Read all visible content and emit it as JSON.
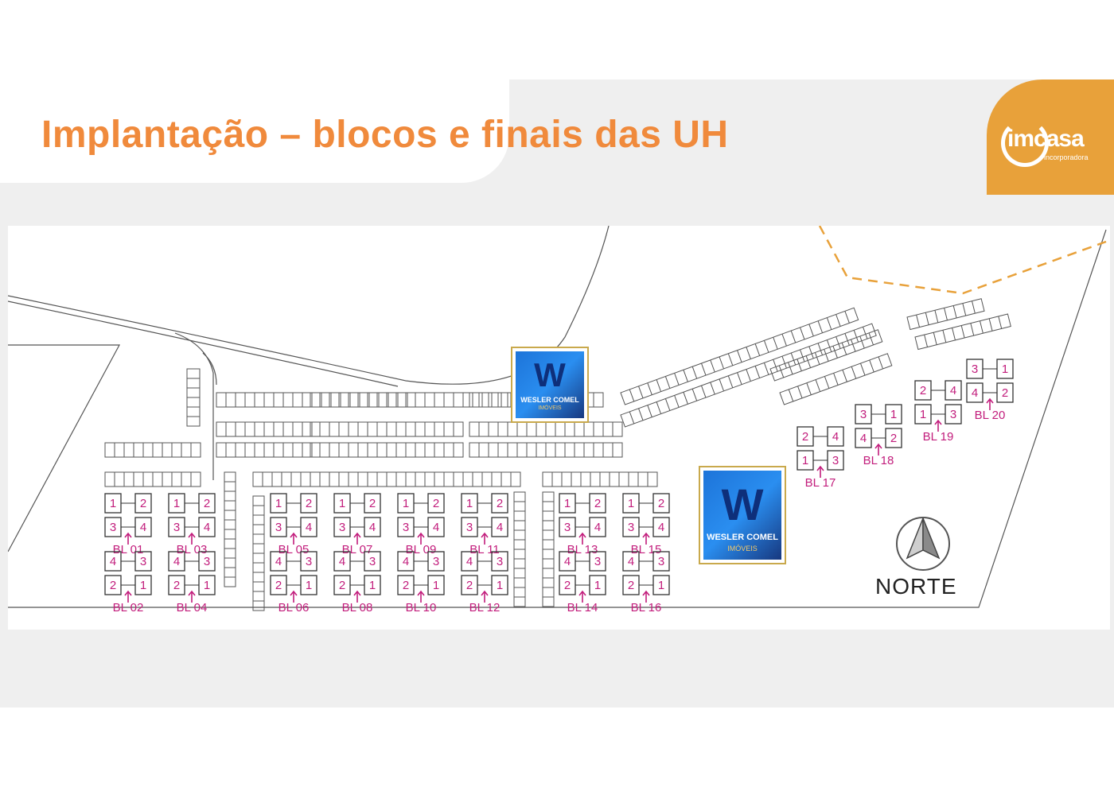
{
  "page": {
    "title": "Implantação – blocos e finais das UH"
  },
  "brand": {
    "name": "imcasa",
    "tagline": "incorporadora",
    "color": "#e8a13a"
  },
  "watermark": {
    "name": "WESLER COMEL",
    "sub": "IMÓVEIS"
  },
  "compass": {
    "label": "NORTE"
  },
  "colors": {
    "title": "#f08a3c",
    "block_text": "#c21d7c",
    "dashed_line": "#e8a13a"
  },
  "blocks": [
    {
      "label": "BL 01",
      "units": [
        "1",
        "2",
        "3",
        "4"
      ]
    },
    {
      "label": "BL 02",
      "units": [
        "4",
        "3",
        "2",
        "1"
      ]
    },
    {
      "label": "BL 03",
      "units": [
        "1",
        "2",
        "3",
        "4"
      ]
    },
    {
      "label": "BL 04",
      "units": [
        "4",
        "3",
        "2",
        "1"
      ]
    },
    {
      "label": "BL 05",
      "units": [
        "1",
        "2",
        "3",
        "4"
      ]
    },
    {
      "label": "BL 06",
      "units": [
        "4",
        "3",
        "2",
        "1"
      ]
    },
    {
      "label": "BL 07",
      "units": [
        "1",
        "2",
        "3",
        "4"
      ]
    },
    {
      "label": "BL 08",
      "units": [
        "4",
        "3",
        "2",
        "1"
      ]
    },
    {
      "label": "BL 09",
      "units": [
        "1",
        "2",
        "3",
        "4"
      ]
    },
    {
      "label": "BL 10",
      "units": [
        "4",
        "3",
        "2",
        "1"
      ]
    },
    {
      "label": "BL 11",
      "units": [
        "1",
        "2",
        "3",
        "4"
      ]
    },
    {
      "label": "BL 12",
      "units": [
        "4",
        "3",
        "2",
        "1"
      ]
    },
    {
      "label": "BL 13",
      "units": [
        "1",
        "2",
        "3",
        "4"
      ]
    },
    {
      "label": "BL 14",
      "units": [
        "4",
        "3",
        "2",
        "1"
      ]
    },
    {
      "label": "BL 15",
      "units": [
        "1",
        "2",
        "3",
        "4"
      ]
    },
    {
      "label": "BL 16",
      "units": [
        "4",
        "3",
        "2",
        "1"
      ]
    },
    {
      "label": "BL 17",
      "units": [
        "2",
        "4",
        "1",
        "3"
      ]
    },
    {
      "label": "BL 18",
      "units": [
        "3",
        "1",
        "4",
        "2"
      ]
    },
    {
      "label": "BL 19",
      "units": [
        "2",
        "4",
        "1",
        "3"
      ]
    },
    {
      "label": "BL 20",
      "units": [
        "3",
        "1",
        "4",
        "2"
      ]
    }
  ]
}
